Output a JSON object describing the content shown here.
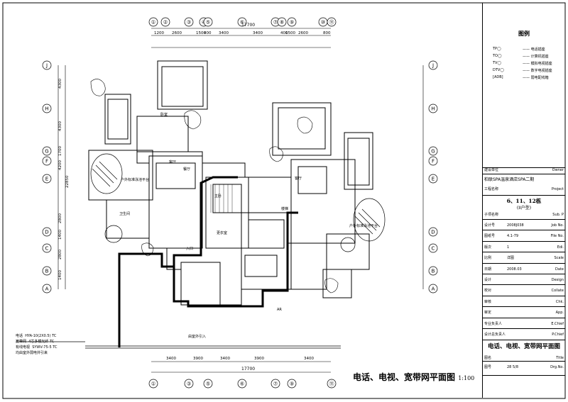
{
  "drawing": {
    "title": "电话、电视、宽带网平面图",
    "scale": "1:100",
    "axes_top": [
      "①",
      "②",
      "③",
      "④",
      "⑤",
      "⑥",
      "⑦",
      "⑧",
      "⑨",
      "⑩",
      "⑪"
    ],
    "axes_bottom": [
      "①",
      "③",
      "⑤",
      "⑥",
      "⑦",
      "⑨",
      "⑪"
    ],
    "axes_left": [
      "J",
      "H",
      "G",
      "F",
      "E",
      "D",
      "C",
      "B",
      "A"
    ],
    "dims_top_total": "17700",
    "dims_top": [
      "1200",
      "2600",
      "1500",
      "400",
      "3400",
      "3400",
      "400",
      "1500",
      "2600",
      "800"
    ],
    "dims_bottom": [
      "3400",
      "3900",
      "3400",
      "3900",
      "3400"
    ],
    "dims_bottom_total": "17700",
    "dims_left": [
      "4300",
      "4300",
      "1700",
      "4200",
      "22850",
      "2800",
      "1400",
      "2800",
      "1400"
    ],
    "room_labels": [
      "卧室",
      "客厅",
      "卫生间",
      "餐厅",
      "主卧",
      "入口",
      "更衣室",
      "客厅",
      "楼梯",
      "户外标准泳池平台",
      "户外标准泳池平台",
      "AR"
    ],
    "notes": [
      {
        "key": "电话",
        "value": "HYA-10(2X0.5) TC"
      },
      {
        "key": "宽带网",
        "value": "4芯多模光纤 TC"
      },
      {
        "key": "有线电视",
        "value": "SYWV-75-5 TC"
      },
      {
        "key": "",
        "value": "均由室外弱电井引来"
      }
    ],
    "entry_label": "由室外引入"
  },
  "title_block": {
    "legend_title": "图例",
    "legend": [
      {
        "code": "TP◯",
        "text": "—— 电话插座"
      },
      {
        "code": "TO◯",
        "text": "—— 计算机插座"
      },
      {
        "code": "TV◯",
        "text": "—— 模拟电视插座"
      },
      {
        "code": "DTV◯",
        "text": "—— 数字电视插座"
      },
      {
        "code": "[ADB]",
        "text": "—— 弱电配线箱"
      }
    ],
    "owner_label": "建设单位",
    "owner_label_en": "Owner",
    "project_name": "柏联SPA温泉酒店SPA二期",
    "project_label": "工程名称",
    "project_label_en": "Project",
    "building": "6、11、12栋",
    "building_sub": "(II户型)",
    "subitem_label": "子项名称",
    "subitem_label_en": "Sub. P",
    "rows": [
      {
        "label": "设计号",
        "value": "2008J038",
        "en": "Job No."
      },
      {
        "label": "图纸号",
        "value": "4.1-79",
        "en": "File No."
      },
      {
        "label": "版次",
        "value": "1",
        "en": "Edi."
      },
      {
        "label": "比例",
        "value": "详图",
        "en": "Scale"
      },
      {
        "label": "日期",
        "value": "2008.03",
        "en": "Date"
      },
      {
        "label": "设计",
        "value": "",
        "en": "Design"
      },
      {
        "label": "校对",
        "value": "",
        "en": "Collate"
      },
      {
        "label": "审核",
        "value": "",
        "en": "Chk."
      },
      {
        "label": "审定",
        "value": "",
        "en": "App."
      },
      {
        "label": "专业负责人",
        "value": "",
        "en": "E.Chief"
      },
      {
        "label": "设计总负责人",
        "value": "",
        "en": "P.Chief"
      }
    ],
    "drawing_title": "电话、电视、宽带网平面图",
    "title_label": "图名",
    "title_label_en": "Title",
    "sheet_label": "图号",
    "sheet_value": "28 5/8",
    "sheet_label_en": "Drg.No."
  }
}
